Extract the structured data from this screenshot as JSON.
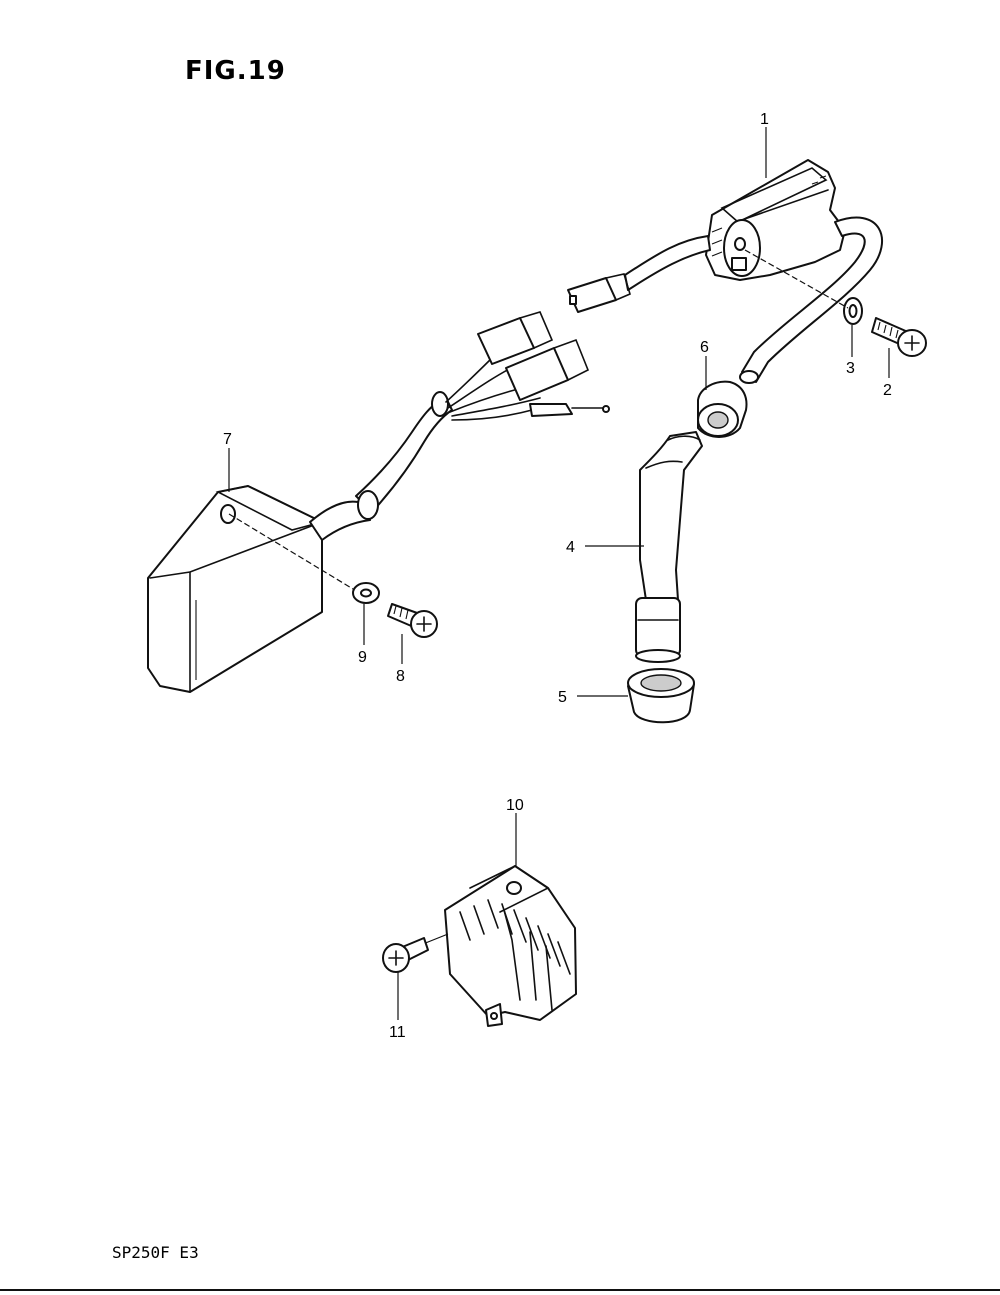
{
  "figure": {
    "title": "FIG.19",
    "model_code": "SP250F E3"
  },
  "callouts": [
    "1",
    "2",
    "3",
    "4",
    "5",
    "6",
    "7",
    "8",
    "9",
    "10",
    "11"
  ]
}
